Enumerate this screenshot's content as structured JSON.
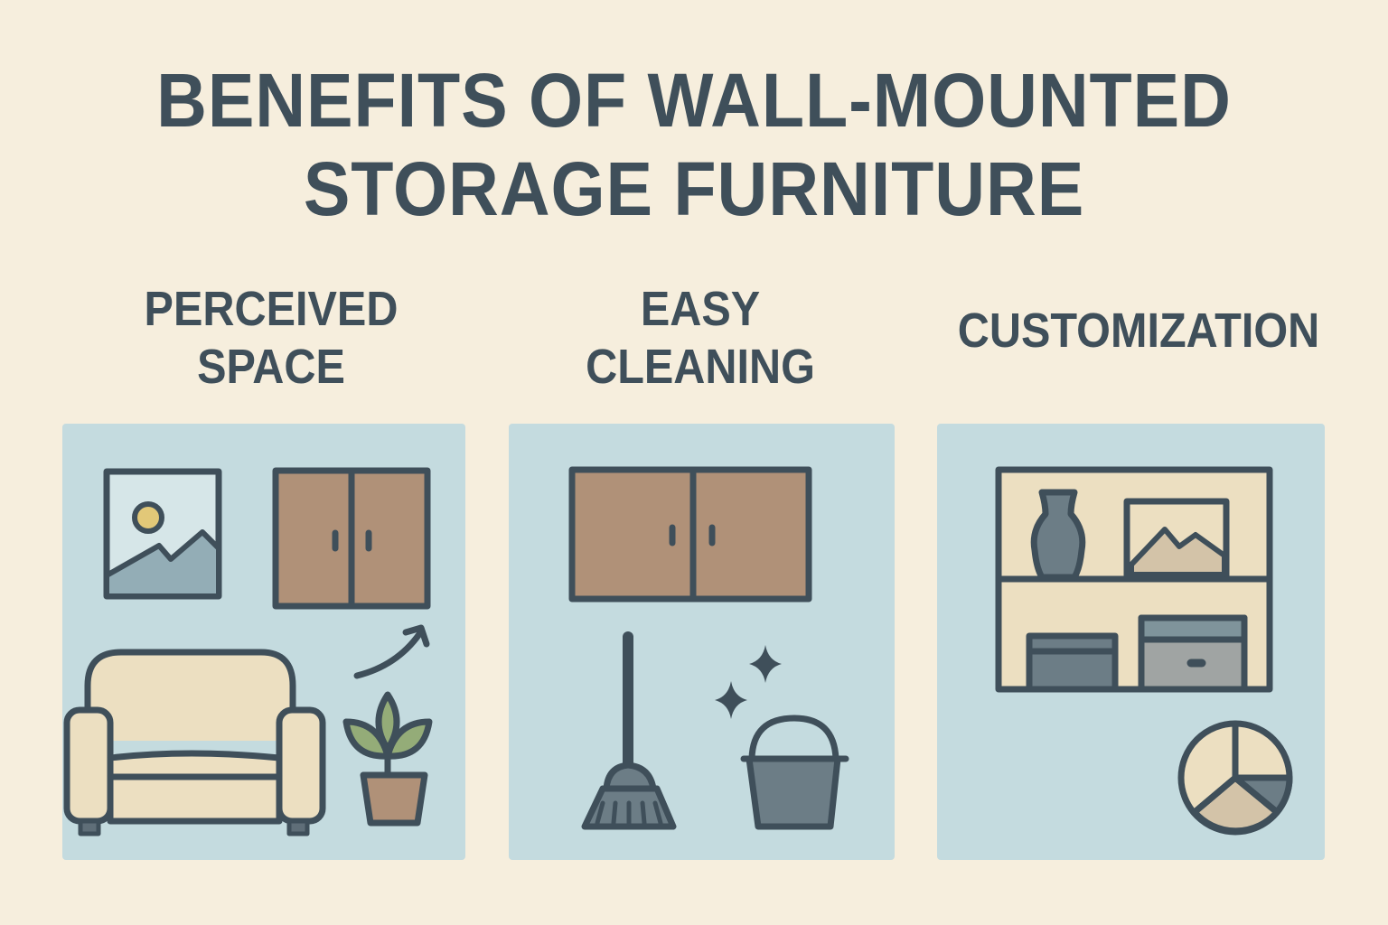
{
  "title": {
    "line1": "BENEFITS OF WALL-MOUNTED",
    "line2": "STORAGE FURNITURE"
  },
  "sections": [
    {
      "heading_line1": "PERCEIVED",
      "heading_line2": "SPACE",
      "icons": [
        "framed-picture-icon",
        "wall-cabinet-icon",
        "up-arrow-icon",
        "armchair-icon",
        "potted-plant-icon"
      ]
    },
    {
      "heading_line1": "EASY",
      "heading_line2": "CLEANING",
      "icons": [
        "wall-cabinet-icon",
        "broom-icon",
        "sparkle-icon",
        "bucket-icon"
      ]
    },
    {
      "heading_line1": "CUSTOMIZATION",
      "heading_line2": "",
      "icons": [
        "wall-shelf-icon",
        "vase-icon",
        "framed-picture-icon",
        "storage-box-icon",
        "pie-chart-icon"
      ]
    }
  ],
  "colors": {
    "background": "#f6eedd",
    "panel": "#c4dbdf",
    "outline": "#3f4f5a",
    "wood": "#b09178",
    "cream": "#ecdfc1",
    "slate": "#6c7d86",
    "leaf": "#94ac78",
    "sun": "#e2c878"
  }
}
